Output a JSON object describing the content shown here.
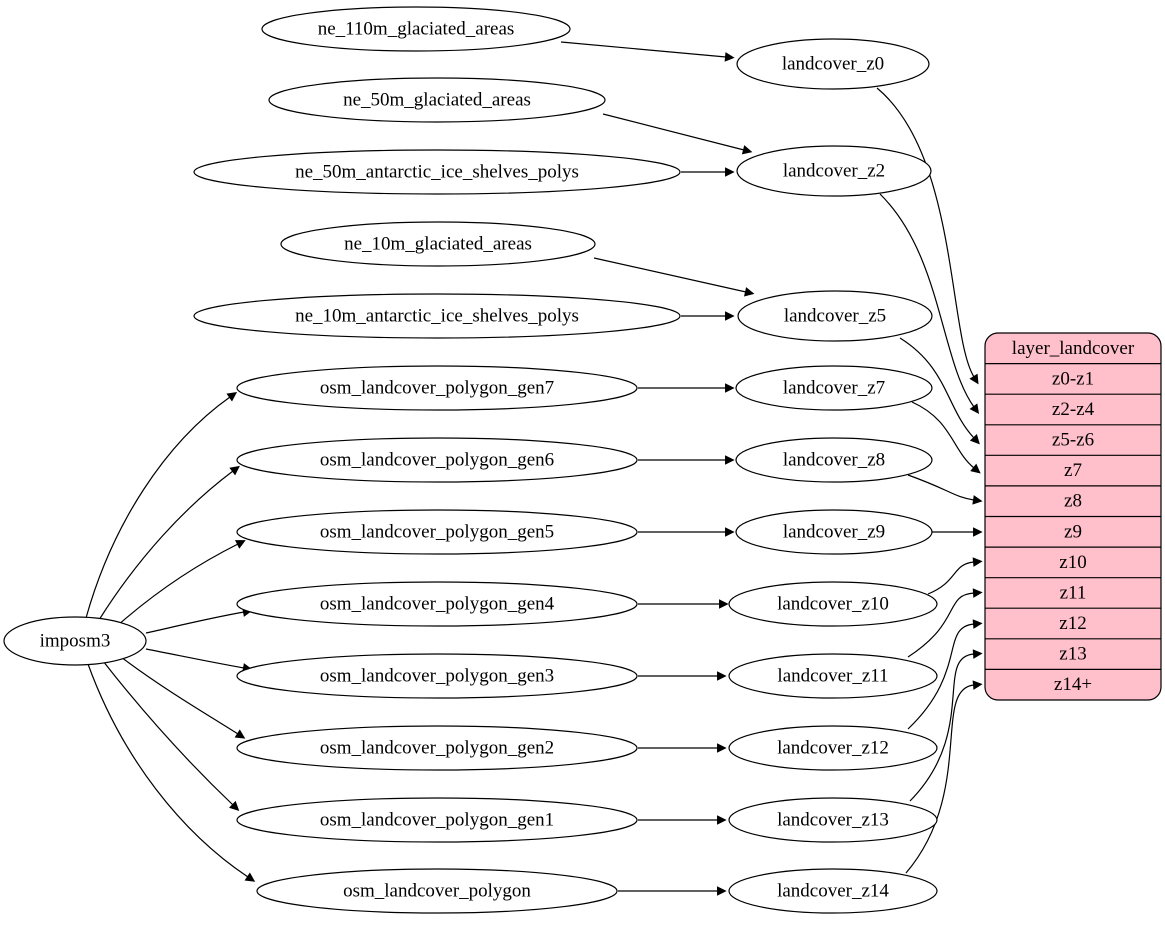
{
  "colors": {
    "background": "#ffffff",
    "node_fill": "#ffffff",
    "stroke": "#000000",
    "table_fill": "#ffc0cb"
  },
  "nodes": {
    "imposm3": "imposm3",
    "ne_110m_glaciated_areas": "ne_110m_glaciated_areas",
    "ne_50m_glaciated_areas": "ne_50m_glaciated_areas",
    "ne_50m_antarctic_ice_shelves_polys": "ne_50m_antarctic_ice_shelves_polys",
    "ne_10m_glaciated_areas": "ne_10m_glaciated_areas",
    "ne_10m_antarctic_ice_shelves_polys": "ne_10m_antarctic_ice_shelves_polys",
    "osm_landcover_polygon_gen7": "osm_landcover_polygon_gen7",
    "osm_landcover_polygon_gen6": "osm_landcover_polygon_gen6",
    "osm_landcover_polygon_gen5": "osm_landcover_polygon_gen5",
    "osm_landcover_polygon_gen4": "osm_landcover_polygon_gen4",
    "osm_landcover_polygon_gen3": "osm_landcover_polygon_gen3",
    "osm_landcover_polygon_gen2": "osm_landcover_polygon_gen2",
    "osm_landcover_polygon_gen1": "osm_landcover_polygon_gen1",
    "osm_landcover_polygon": "osm_landcover_polygon",
    "landcover_z0": "landcover_z0",
    "landcover_z2": "landcover_z2",
    "landcover_z5": "landcover_z5",
    "landcover_z7": "landcover_z7",
    "landcover_z8": "landcover_z8",
    "landcover_z9": "landcover_z9",
    "landcover_z10": "landcover_z10",
    "landcover_z11": "landcover_z11",
    "landcover_z12": "landcover_z12",
    "landcover_z13": "landcover_z13",
    "landcover_z14": "landcover_z14"
  },
  "table": {
    "title": "layer_landcover",
    "rows": [
      "z0-z1",
      "z2-z4",
      "z5-z6",
      "z7",
      "z8",
      "z9",
      "z10",
      "z11",
      "z12",
      "z13",
      "z14+"
    ]
  },
  "edges": [
    {
      "from": "ne_110m_glaciated_areas",
      "to": "landcover_z0"
    },
    {
      "from": "ne_50m_glaciated_areas",
      "to": "landcover_z2"
    },
    {
      "from": "ne_50m_antarctic_ice_shelves_polys",
      "to": "landcover_z2"
    },
    {
      "from": "ne_10m_glaciated_areas",
      "to": "landcover_z5"
    },
    {
      "from": "ne_10m_antarctic_ice_shelves_polys",
      "to": "landcover_z5"
    },
    {
      "from": "imposm3",
      "to": "osm_landcover_polygon_gen7"
    },
    {
      "from": "imposm3",
      "to": "osm_landcover_polygon_gen6"
    },
    {
      "from": "imposm3",
      "to": "osm_landcover_polygon_gen5"
    },
    {
      "from": "imposm3",
      "to": "osm_landcover_polygon_gen4"
    },
    {
      "from": "imposm3",
      "to": "osm_landcover_polygon_gen3"
    },
    {
      "from": "imposm3",
      "to": "osm_landcover_polygon_gen2"
    },
    {
      "from": "imposm3",
      "to": "osm_landcover_polygon_gen1"
    },
    {
      "from": "imposm3",
      "to": "osm_landcover_polygon"
    },
    {
      "from": "osm_landcover_polygon_gen7",
      "to": "landcover_z7"
    },
    {
      "from": "osm_landcover_polygon_gen6",
      "to": "landcover_z8"
    },
    {
      "from": "osm_landcover_polygon_gen5",
      "to": "landcover_z9"
    },
    {
      "from": "osm_landcover_polygon_gen4",
      "to": "landcover_z10"
    },
    {
      "from": "osm_landcover_polygon_gen3",
      "to": "landcover_z11"
    },
    {
      "from": "osm_landcover_polygon_gen2",
      "to": "landcover_z12"
    },
    {
      "from": "osm_landcover_polygon_gen1",
      "to": "landcover_z13"
    },
    {
      "from": "osm_landcover_polygon",
      "to": "landcover_z14"
    },
    {
      "from": "landcover_z0",
      "to": "layer_landcover.z0-z1"
    },
    {
      "from": "landcover_z2",
      "to": "layer_landcover.z2-z4"
    },
    {
      "from": "landcover_z5",
      "to": "layer_landcover.z5-z6"
    },
    {
      "from": "landcover_z7",
      "to": "layer_landcover.z7"
    },
    {
      "from": "landcover_z8",
      "to": "layer_landcover.z8"
    },
    {
      "from": "landcover_z9",
      "to": "layer_landcover.z9"
    },
    {
      "from": "landcover_z10",
      "to": "layer_landcover.z10"
    },
    {
      "from": "landcover_z11",
      "to": "layer_landcover.z11"
    },
    {
      "from": "landcover_z12",
      "to": "layer_landcover.z12"
    },
    {
      "from": "landcover_z13",
      "to": "layer_landcover.z13"
    },
    {
      "from": "landcover_z14",
      "to": "layer_landcover.z14+"
    }
  ]
}
